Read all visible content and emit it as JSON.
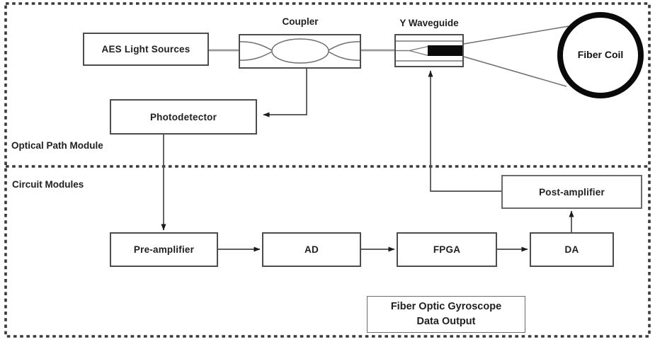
{
  "diagram": {
    "sections": {
      "optical": {
        "label": "Optical Path Module"
      },
      "circuit": {
        "label": "Circuit Modules"
      }
    },
    "nodes": {
      "aes_light_sources": {
        "label": "AES Light Sources"
      },
      "coupler": {
        "label": "Coupler"
      },
      "y_waveguide": {
        "label": "Y Waveguide"
      },
      "fiber_coil": {
        "label": "Fiber Coil"
      },
      "photodetector": {
        "label": "Photodetector"
      },
      "pre_amplifier": {
        "label": "Pre-amplifier"
      },
      "ad": {
        "label": "AD"
      },
      "fpga": {
        "label": "FPGA"
      },
      "da": {
        "label": "DA"
      },
      "post_amplifier": {
        "label": "Post-amplifier"
      },
      "data_output": {
        "line1": "Fiber Optic Gyroscope",
        "line2": "Data Output"
      }
    },
    "colors": {
      "border_dash": "#3a3a3a",
      "box_border": "#4d4d4d",
      "connector": "#4a4a4a",
      "optical_link": "#9a9a9a",
      "text": "#1f1f1f",
      "modulator_fill": "#0a0a0a",
      "coil_ring": "#0a0a0a",
      "background": "#ffffff"
    }
  }
}
